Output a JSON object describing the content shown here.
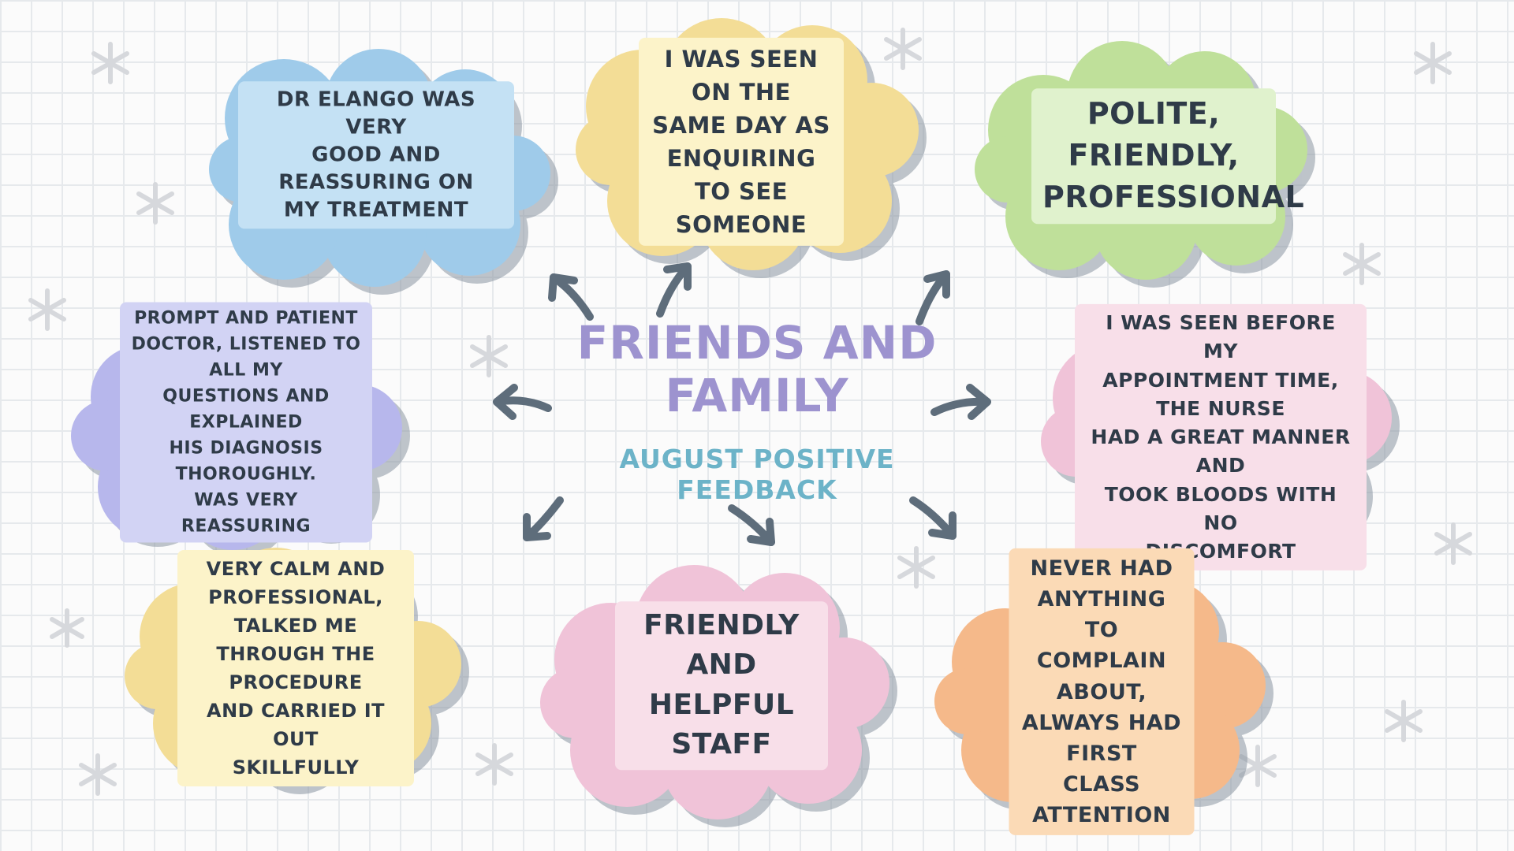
{
  "title": {
    "line1": "FRIENDS AND",
    "line2": "FAMILY",
    "subtitle": "AUGUST POSITIVE FEEDBACK"
  },
  "colors": {
    "blue": "#9fcbea",
    "blue_label": "#c4e1f4",
    "yellow": "#f3dd96",
    "yellow_label": "#fcf3c9",
    "green": "#bfe09a",
    "green_label": "#e0f2cd",
    "purple": "#b7b7ec",
    "purple_label": "#d2d3f4",
    "pink": "#f0c3d8",
    "pink_label": "#f8dfe9",
    "orange": "#f5b98a",
    "orange_label": "#fbdab6",
    "arrow": "#5e6d7b",
    "title": "#9d93cf",
    "subtitle": "#6cb3c8",
    "text": "#2f3b48"
  },
  "feedback": [
    {
      "id": "blue",
      "lines": [
        "DR ELANGO WAS VERY",
        "GOOD AND REASSURING ON",
        "MY TREATMENT"
      ]
    },
    {
      "id": "yellow-top",
      "lines": [
        "I WAS SEEN ON THE",
        "SAME DAY AS",
        "ENQUIRING TO SEE",
        "SOMEONE"
      ]
    },
    {
      "id": "green",
      "lines": [
        "POLITE, FRIENDLY,",
        "PROFESSIONAL"
      ]
    },
    {
      "id": "purple",
      "lines": [
        "PROMPT AND PATIENT",
        "DOCTOR, LISTENED TO ALL MY",
        "QUESTIONS AND EXPLAINED",
        "HIS DIAGNOSIS THOROUGHLY.",
        "WAS VERY REASSURING"
      ]
    },
    {
      "id": "pink-right",
      "lines": [
        "I WAS SEEN BEFORE MY",
        "APPOINTMENT TIME, THE NURSE",
        "HAD A GREAT MANNER AND",
        "TOOK BLOODS WITH NO",
        "DISCOMFORT"
      ]
    },
    {
      "id": "yellow-bottom",
      "lines": [
        "VERY CALM AND",
        "PROFESSIONAL, TALKED ME",
        "THROUGH THE PROCEDURE",
        "AND CARRIED IT OUT",
        "SKILLFULLY"
      ]
    },
    {
      "id": "pink-bottom",
      "lines": [
        "FRIENDLY AND",
        "HELPFUL STAFF"
      ]
    },
    {
      "id": "orange",
      "lines": [
        "NEVER HAD",
        "ANYTHING TO",
        "COMPLAIN ABOUT,",
        "ALWAYS HAD FIRST",
        "CLASS ATTENTION"
      ]
    }
  ]
}
